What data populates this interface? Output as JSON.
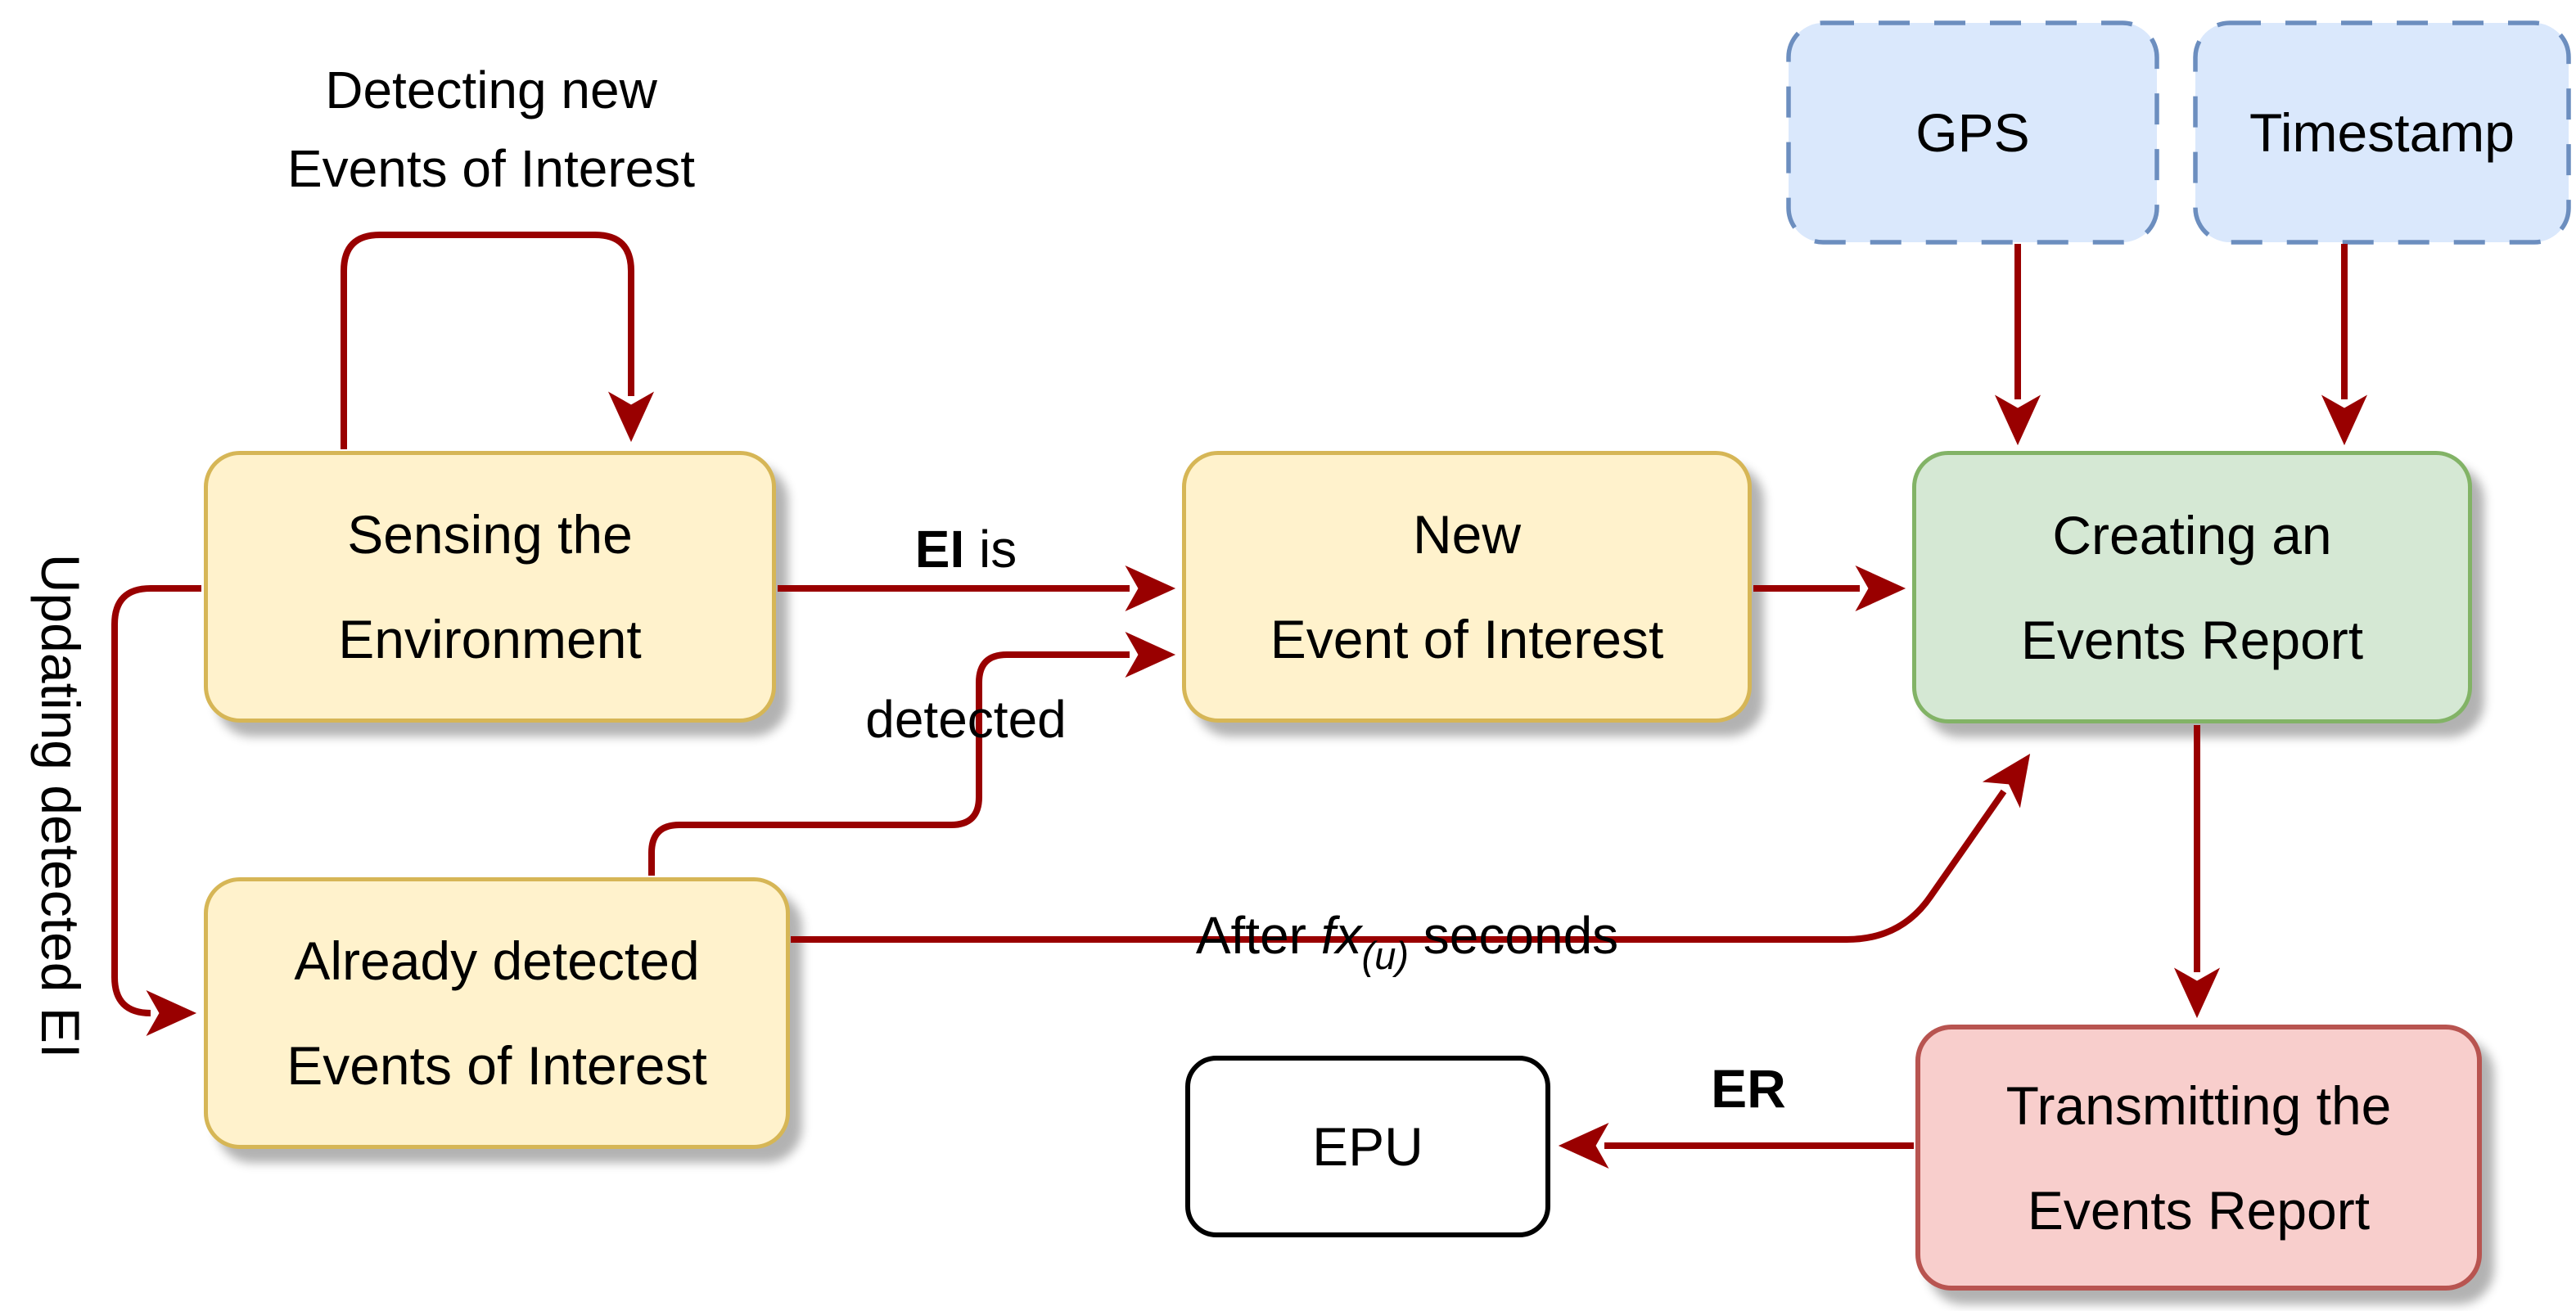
{
  "diagram": {
    "title_hint": "Event detection and reporting state diagram",
    "nodes": {
      "sensing": {
        "label": "Sensing the\nEnvironment"
      },
      "new_event": {
        "label": "New\nEvent of Interest"
      },
      "creating": {
        "label": "Creating an\nEvents Report"
      },
      "gps": {
        "label": "GPS"
      },
      "timestamp": {
        "label": "Timestamp"
      },
      "already": {
        "label": "Already detected\nEvents of Interest"
      },
      "transmitting": {
        "label": "Transmitting the\nEvents Report"
      },
      "epu": {
        "label": "EPU"
      }
    },
    "edge_labels": {
      "detecting_loop": "Detecting new\nEvents of Interest",
      "ei_bold": "EI",
      "ei_rest": " is",
      "ei_line2": "detected",
      "after_prefix": "After ",
      "after_fx": "fx",
      "after_sub": "(u)",
      "after_suffix": " seconds",
      "er": "ER",
      "updating": "Updating detected EI"
    },
    "colors": {
      "bg_color": "#FFFFFF",
      "text_color": "#000000",
      "arrow_color": "#990000",
      "yellow_fill": "#FFF2CC",
      "yellow_stroke": "#D6B656",
      "green_fill": "#D5E8D4",
      "green_stroke": "#82B366",
      "blue_fill": "#DAE8FC",
      "blue_stroke": "#6C8EBF",
      "red_fill": "#F8CECC",
      "red_stroke": "#B85450",
      "plain_fill": "#FFFFFF",
      "plain_stroke": "#000000"
    }
  }
}
